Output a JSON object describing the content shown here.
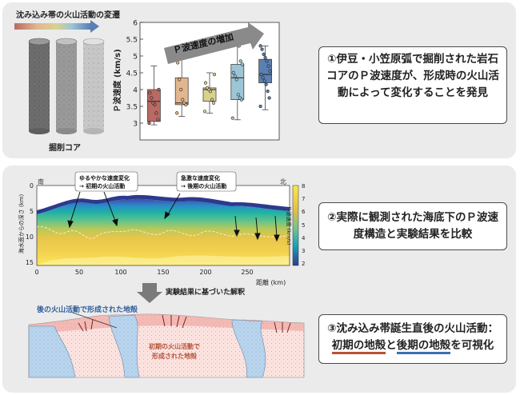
{
  "panel1": {
    "cores_title": "沈み込み帯の火山活動の変遷",
    "cores_label": "掘削コア",
    "gradient_colors": [
      "#b86a63",
      "#e2b78f",
      "#d9d28f",
      "#9cc6d6",
      "#5b7fb3"
    ],
    "callout": "①伊豆・小笠原弧で掘削された岩石コアのＰ波速度が、形成時の火山活動によって変化することを発見",
    "chart": {
      "arrow_label": "Ｐ波速度の増加",
      "ylabel": "Ｐ波速度 (km/s)",
      "yticks": [
        "3",
        "3.5",
        "4",
        "4.5",
        "5",
        "5.5",
        "6"
      ]
    }
  },
  "panel2": {
    "annot_left_line1": "ゆるやかな速度変化",
    "annot_left_line2": "→ 初期の火山活動",
    "annot_right_line1": "急激な速度変化",
    "annot_right_line2": "→ 後期の火山活動",
    "south": "南",
    "north": "北",
    "ylabel": "海水面からの深さ (km)",
    "xlabel": "距離 (km)",
    "xticks": [
      "0",
      "50",
      "100",
      "150",
      "200",
      "250"
    ],
    "yticks": [
      "0",
      "5",
      "10",
      "15"
    ],
    "colorbar_ticks": [
      "8",
      "7",
      "6",
      "5",
      "4",
      "3",
      "2"
    ],
    "colorbar_label": "Ｐ波速度 (km/s)",
    "callout": "②実際に観測された海底下のＰ波速度構造と実験結果を比較",
    "arrow_label": "実験結果に基づいた解釈",
    "interp_later": "後の火山活動で形成された地殻",
    "interp_early_line1": "初期の火山活動で",
    "interp_early_line2": "形成された地殻",
    "callout3_line1": "③沈み込み帯誕生直後の火山活動：",
    "callout3_early": "初期の地殻",
    "callout3_mid": "と",
    "callout3_later": "後期の地殻",
    "callout3_end": "を可視化",
    "early_color": "#b5533a",
    "later_color": "#3e6eb5"
  },
  "chart_data": {
    "type": "box",
    "title": "",
    "xlabel": "",
    "ylabel": "Ｐ波速度 (km/s)",
    "ylim": [
      2.5,
      6
    ],
    "yticks": [
      3,
      3.5,
      4,
      4.5,
      5,
      5.5,
      6
    ],
    "series": [
      {
        "color": "#b86a63",
        "whisker_low": 2.95,
        "q1": 3.05,
        "median": 3.65,
        "q3": 4.0,
        "whisker_high": 4.7,
        "points": [
          3.0,
          3.1,
          3.3,
          3.55,
          3.6,
          3.75,
          3.9,
          4.0
        ]
      },
      {
        "color": "#e2b78f",
        "whisker_low": 3.2,
        "q1": 3.55,
        "median": 3.6,
        "q3": 4.35,
        "whisker_high": 4.9,
        "points": [
          3.3,
          3.55,
          3.6,
          3.7,
          4.0,
          4.3,
          4.8
        ]
      },
      {
        "color": "#d9d28f",
        "whisker_low": 3.3,
        "q1": 3.65,
        "median": 4.0,
        "q3": 4.05,
        "whisker_high": 4.5,
        "points": [
          3.35,
          3.6,
          3.7,
          3.95,
          4.0,
          4.05,
          4.2,
          4.45
        ]
      },
      {
        "color": "#9cc6d6",
        "whisker_low": 3.1,
        "q1": 3.7,
        "median": 4.35,
        "q3": 4.75,
        "whisker_high": 5.35,
        "points": [
          3.15,
          3.7,
          3.75,
          3.85,
          4.3,
          4.4,
          4.5,
          4.75,
          4.85,
          5.3
        ]
      },
      {
        "color": "#5b7fb3",
        "whisker_low": 3.4,
        "q1": 4.2,
        "median": 4.45,
        "q3": 4.9,
        "whisker_high": 5.3,
        "points": [
          3.5,
          3.75,
          3.95,
          4.15,
          4.25,
          4.35,
          4.45,
          4.55,
          4.7,
          4.85,
          4.95,
          5.05,
          5.2,
          5.3
        ]
      }
    ]
  }
}
